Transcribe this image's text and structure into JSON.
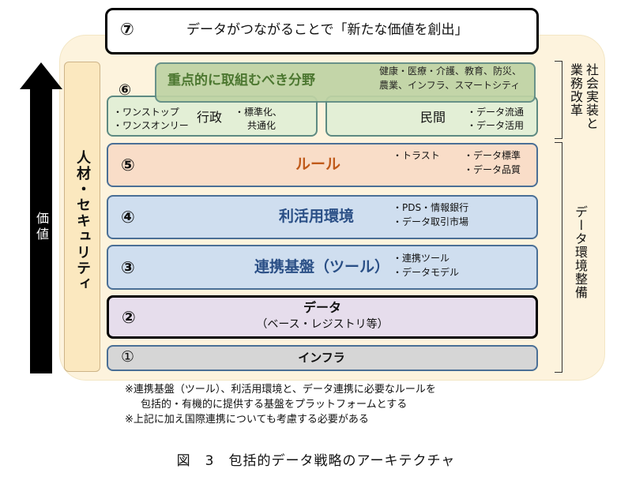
{
  "top_box": {
    "number": "⑦",
    "text": "データがつながることで「新たな価値を創出」"
  },
  "focus_areas": {
    "title": "重点的に取組むべき分野",
    "fields_line1": "健康・医療・介護、教育、防災、",
    "fields_line2": "農業、インフラ、スマートシティ"
  },
  "layer6": {
    "number": "⑥",
    "gov_items": [
      "・ワンストップ",
      "・ワンスオンリー"
    ],
    "gov_label": "行政",
    "gov_items2": [
      "・標準化、",
      "共通化"
    ],
    "private_label": "民間",
    "private_items": [
      "・データ流通",
      "・データ活用"
    ]
  },
  "layer5": {
    "number": "⑤",
    "title": "ルール",
    "items_left": "・トラスト",
    "items_right": [
      "・データ標準",
      "・データ品質"
    ]
  },
  "layer4": {
    "number": "④",
    "title": "利活用環境",
    "items": [
      "・PDS・情報銀行",
      "・データ取引市場"
    ]
  },
  "layer3": {
    "number": "③",
    "title": "連携基盤（ツール）",
    "items": [
      "・連携ツール",
      "・データモデル"
    ]
  },
  "layer2": {
    "number": "②",
    "title": "データ",
    "subtitle": "（ベース・レジストリ等）"
  },
  "layer1": {
    "number": "①",
    "title": "インフラ"
  },
  "side": {
    "value_label": "価値",
    "hr_security": "人材・セキュリティ",
    "right_top": [
      "社会実装と",
      "業務改革"
    ],
    "right_bottom": "データ環境整備"
  },
  "notes": [
    "※連携基盤（ツール）、利活用環境と、データ連携に必要なルールを",
    "包括的・有機的に提供する基盤をプラットフォームとする",
    "※上記に加え国際連携についても考慮する必要がある"
  ],
  "caption": "図　3　包括的データ戦略のアーキテクチャ"
}
